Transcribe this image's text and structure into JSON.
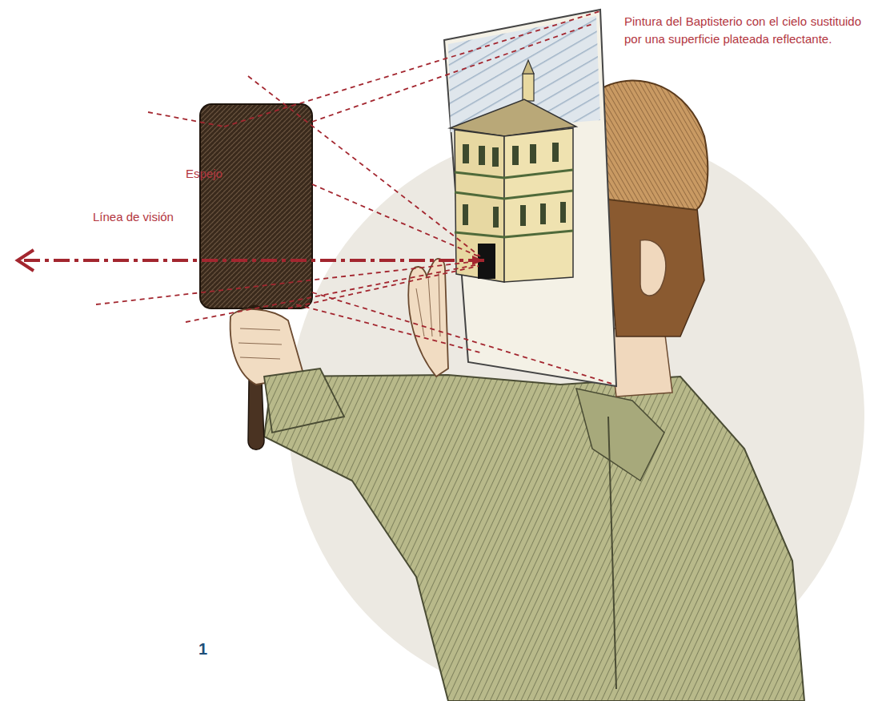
{
  "diagram": {
    "labels": [
      "Pintura del Baptisterio con el cielo sustituido por una superficie plateada reflectante.",
      "Espejo",
      "Línea de visión",
      "1"
    ]
  }
}
